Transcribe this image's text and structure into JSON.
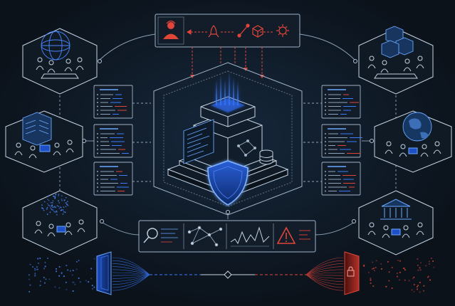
{
  "colors": {
    "background": "#0e1620",
    "line": "#9fb3c8",
    "line_dim": "#5f7488",
    "accent_blue": "#3b7bff",
    "glow_blue": "#6aa8ff",
    "accent_red": "#e0453a",
    "panel_fill": "#121d29"
  },
  "top_threat_bar": {
    "icons": [
      "hacker-icon",
      "rocket-icon",
      "network-link-icon",
      "malware-cube-icon",
      "virus-icon"
    ]
  },
  "left_scenes": [
    {
      "name": "team-with-globe",
      "icon": "globe-wireframe-icon"
    },
    {
      "name": "team-with-servers",
      "icon": "server-rack-icon"
    },
    {
      "name": "team-with-data-cloud",
      "icon": "data-dots-icon"
    }
  ],
  "right_scenes": [
    {
      "name": "team-with-cubes",
      "icon": "stacked-cubes-icon"
    },
    {
      "name": "team-with-earth",
      "icon": "earth-globe-icon"
    },
    {
      "name": "team-with-bank",
      "icon": "bank-building-icon"
    }
  ],
  "log_panels": {
    "left_count": 3,
    "right_count": 3,
    "rows_per_panel": 6
  },
  "central_platform": {
    "shield_icon": "shield-icon",
    "database_icon": "database-icon",
    "code_screen_icon": "code-screen-icon"
  },
  "bottom_tools": {
    "icons": [
      "magnifier-icon",
      "network-graph-icon",
      "waveform-icon",
      "warning-icon"
    ]
  },
  "footer_flow": {
    "left_icon": "entry-door-icon",
    "right_icon": "locked-door-icon"
  }
}
